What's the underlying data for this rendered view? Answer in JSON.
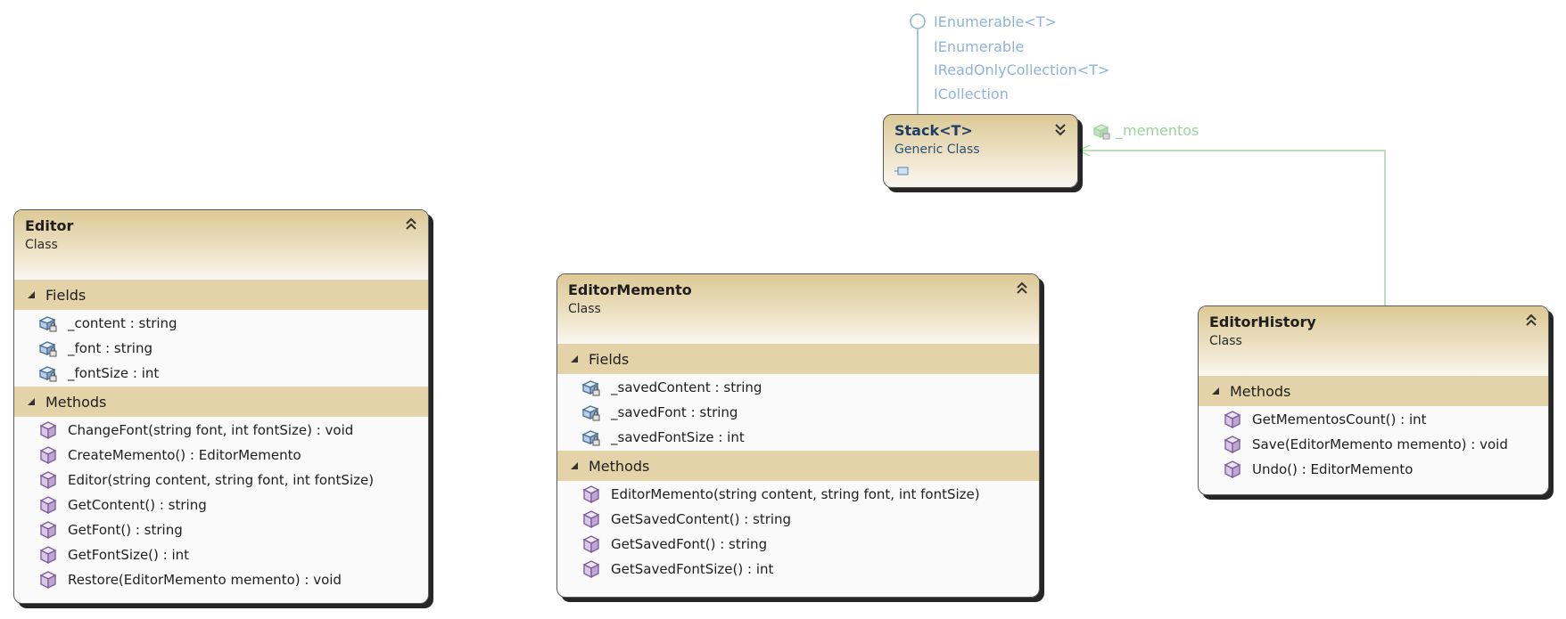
{
  "stack": {
    "name": "Stack<T>",
    "kind": "Generic Class",
    "interfaces": [
      "IEnumerable<T>",
      "IEnumerable",
      "IReadOnlyCollection<T>",
      "ICollection"
    ],
    "association_label": "_mementos"
  },
  "editor": {
    "name": "Editor",
    "kind": "Class",
    "fields_label": "Fields",
    "fields": [
      "_content : string",
      "_font : string",
      "_fontSize : int"
    ],
    "methods_label": "Methods",
    "methods": [
      "ChangeFont(string font, int fontSize) : void",
      "CreateMemento() : EditorMemento",
      "Editor(string content, string font, int fontSize)",
      "GetContent() : string",
      "GetFont() : string",
      "GetFontSize() : int",
      "Restore(EditorMemento memento) : void"
    ]
  },
  "memento": {
    "name": "EditorMemento",
    "kind": "Class",
    "fields_label": "Fields",
    "fields": [
      "_savedContent : string",
      "_savedFont : string",
      "_savedFontSize : int"
    ],
    "methods_label": "Methods",
    "methods": [
      "EditorMemento(string content, string font, int fontSize)",
      "GetSavedContent() : string",
      "GetSavedFont() : string",
      "GetSavedFontSize() : int"
    ]
  },
  "history": {
    "name": "EditorHistory",
    "kind": "Class",
    "methods_label": "Methods",
    "methods": [
      "GetMementosCount() : int",
      "Save(EditorMemento memento) : void",
      "Undo() : EditorMemento"
    ]
  },
  "icons": {
    "field": "private-field-icon",
    "method": "method-cube-icon",
    "collapse": "double-chevron-up-icon",
    "expand": "double-chevron-down-icon",
    "section": "triangle-expanded-icon",
    "interface": "lollipop-interface-icon"
  },
  "colors": {
    "header": "#dcc995",
    "section": "#e4d3a8",
    "interface": "#8fb3d6",
    "association": "#9cd29c",
    "generic_name": "#1c3e66"
  }
}
